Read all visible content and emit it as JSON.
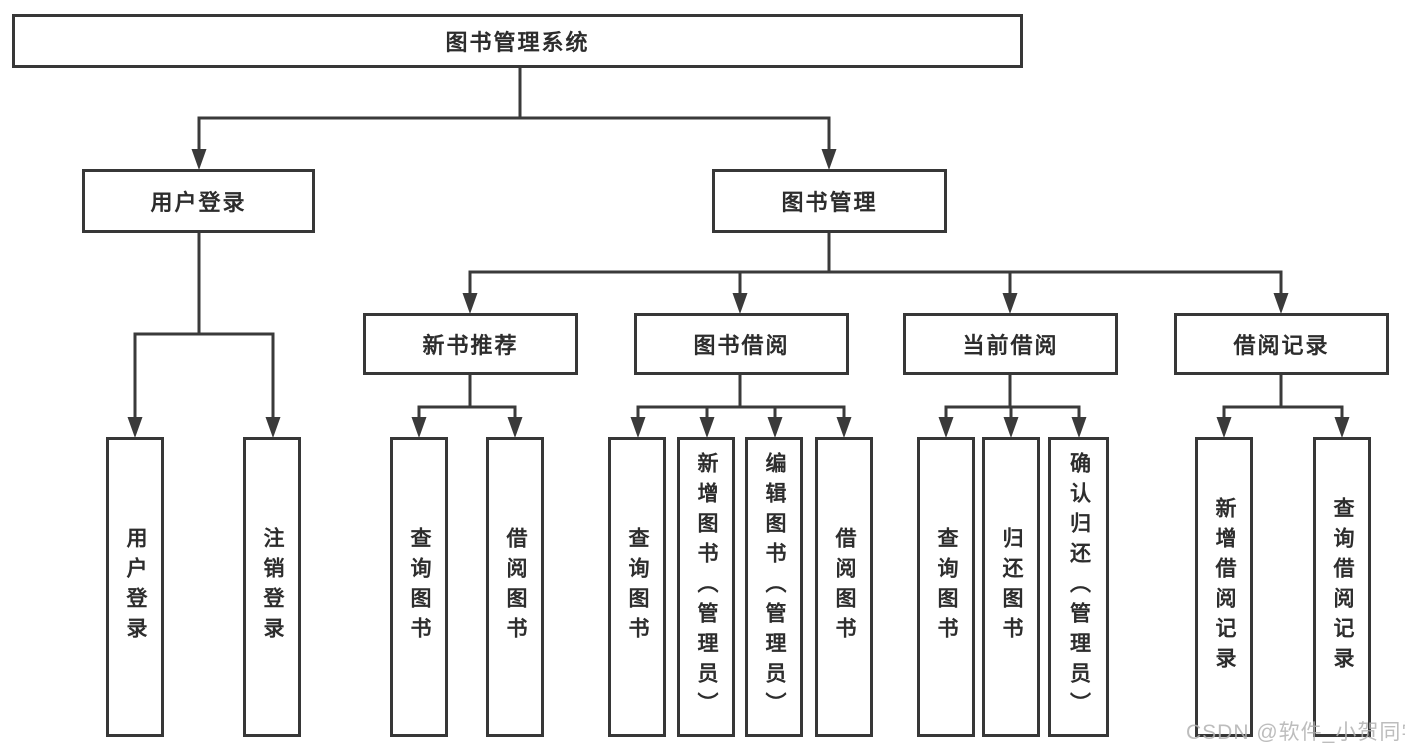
{
  "title": "图书管理系统",
  "watermark": "CSDN @软件_小贺同学",
  "colors": {
    "line": "#3a3a3a",
    "box_border": "#373737",
    "box_bg": "#ffffff",
    "text": "#2d2d2d",
    "watermark": "#b2b2b2"
  },
  "tree": {
    "root": {
      "label": "图书管理系统"
    },
    "branches": [
      {
        "label": "用户登录",
        "children": [
          "用户登录",
          "注销登录"
        ]
      },
      {
        "label": "图书管理",
        "children": [
          {
            "label": "新书推荐",
            "children": [
              "查询图书",
              "借阅图书"
            ]
          },
          {
            "label": "图书借阅",
            "children": [
              "查询图书",
              "新增图书（管理员）",
              "编辑图书（管理员）",
              "借阅图书"
            ]
          },
          {
            "label": "当前借阅",
            "children": [
              "查询图书",
              "归还图书",
              "确认归还（管理员）"
            ]
          },
          {
            "label": "借阅记录",
            "children": [
              "新增借阅记录",
              "查询借阅记录"
            ]
          }
        ]
      }
    ]
  }
}
